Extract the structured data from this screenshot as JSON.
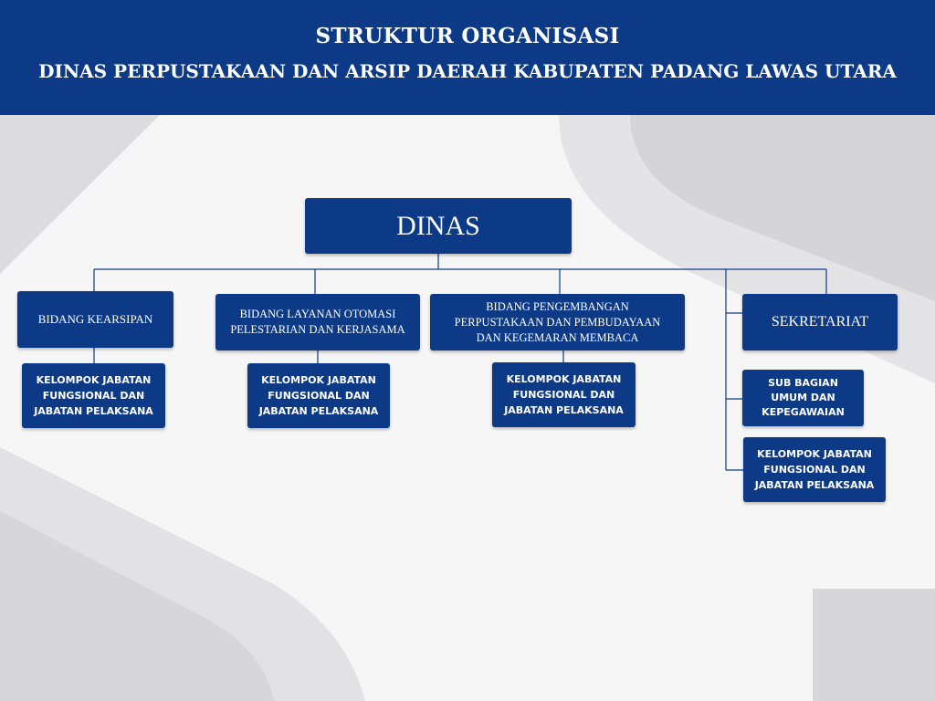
{
  "header": {
    "title": "STRUKTUR ORGANISASI",
    "subtitle": "DINAS PERPUSTAKAAN DAN ARSIP DAERAH KABUPATEN PADANG LAWAS UTARA"
  },
  "colors": {
    "header": "#0c3a86",
    "box": "#0c3a86",
    "line": "#0c3a86"
  },
  "org": {
    "head": "DINAS",
    "units": [
      {
        "title": "BIDANG KEARSIPAN",
        "sub": "KELOMPOK JABATAN FUNGSIONAL DAN JABATAN PELAKSANA"
      },
      {
        "title": "BIDANG LAYANAN OTOMASI PELESTARIAN DAN KERJASAMA",
        "sub": "KELOMPOK JABATAN FUNGSIONAL DAN JABATAN PELAKSANA"
      },
      {
        "title": "BIDANG PENGEMBANGAN PERPUSTAKAAN DAN PEMBUDAYAAN DAN KEGEMARAN MEMBACA",
        "sub": "KELOMPOK JABATAN FUNGSIONAL DAN JABATAN PELAKSANA"
      }
    ],
    "sekretariat": {
      "title": "SEKRETARIAT",
      "subs": [
        "SUB BAGIAN UMUM DAN KEPEGAWAIAN",
        "KELOMPOK JABATAN FUNGSIONAL DAN JABATAN PELAKSANA"
      ]
    }
  }
}
